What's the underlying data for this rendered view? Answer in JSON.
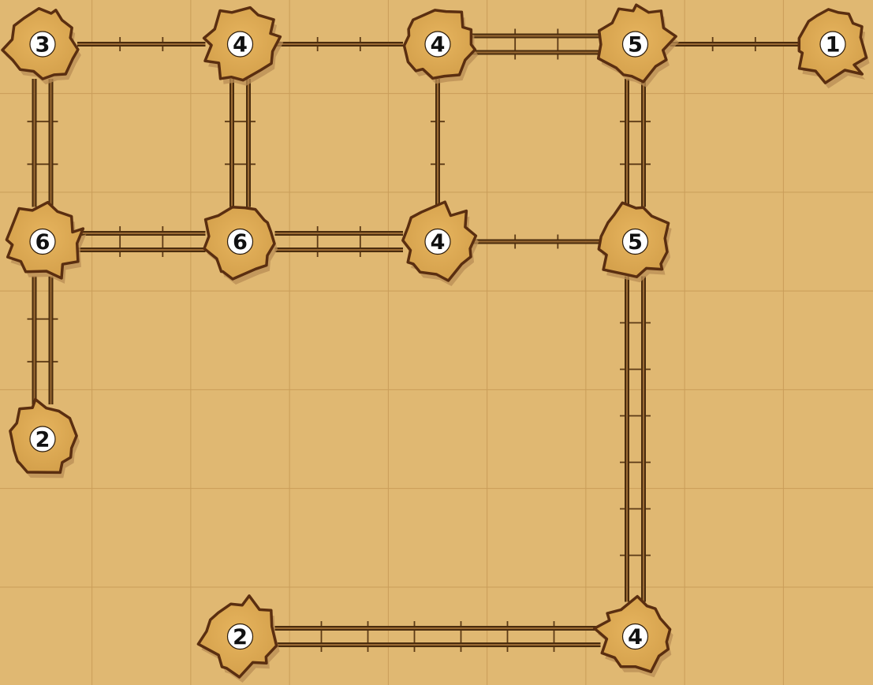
{
  "puzzle": {
    "theme": {
      "background": "#e0b872",
      "grid_line": "#c99d5a",
      "island_fill": "#deaa52",
      "island_stroke": "#5a2e10",
      "island_shadow": "#b98e55",
      "rail_dark": "#4a2c0e",
      "rail_light": "#9a6a33",
      "badge_fill": "#ffffff"
    },
    "islands": [
      {
        "id": "r0c0",
        "row": 0,
        "col": 0,
        "label": "3"
      },
      {
        "id": "r0c1",
        "row": 0,
        "col": 1,
        "label": "4"
      },
      {
        "id": "r0c2",
        "row": 0,
        "col": 2,
        "label": "4"
      },
      {
        "id": "r0c3",
        "row": 0,
        "col": 3,
        "label": "5"
      },
      {
        "id": "r0c4",
        "row": 0,
        "col": 4,
        "label": "1"
      },
      {
        "id": "r1c0",
        "row": 1,
        "col": 0,
        "label": "6"
      },
      {
        "id": "r1c1",
        "row": 1,
        "col": 1,
        "label": "6"
      },
      {
        "id": "r1c2",
        "row": 1,
        "col": 2,
        "label": "4"
      },
      {
        "id": "r1c3",
        "row": 1,
        "col": 3,
        "label": "5"
      },
      {
        "id": "r2c0",
        "row": 2,
        "col": 0,
        "label": "2"
      },
      {
        "id": "r3c1",
        "row": 3,
        "col": 1,
        "label": "2"
      },
      {
        "id": "r3c3",
        "row": 3,
        "col": 3,
        "label": "4"
      }
    ],
    "bridges": [
      {
        "from": "r0c0",
        "to": "r0c1",
        "count": 1
      },
      {
        "from": "r0c1",
        "to": "r0c2",
        "count": 1
      },
      {
        "from": "r0c2",
        "to": "r0c3",
        "count": 2
      },
      {
        "from": "r0c3",
        "to": "r0c4",
        "count": 1
      },
      {
        "from": "r0c0",
        "to": "r1c0",
        "count": 2
      },
      {
        "from": "r0c1",
        "to": "r1c1",
        "count": 2
      },
      {
        "from": "r0c2",
        "to": "r1c2",
        "count": 1
      },
      {
        "from": "r0c3",
        "to": "r1c3",
        "count": 2
      },
      {
        "from": "r1c0",
        "to": "r1c1",
        "count": 2
      },
      {
        "from": "r1c1",
        "to": "r1c2",
        "count": 2
      },
      {
        "from": "r1c2",
        "to": "r1c3",
        "count": 1
      },
      {
        "from": "r1c0",
        "to": "r2c0",
        "count": 2
      },
      {
        "from": "r1c3",
        "to": "r3c3",
        "count": 2
      },
      {
        "from": "r3c1",
        "to": "r3c3",
        "count": 2
      }
    ]
  }
}
